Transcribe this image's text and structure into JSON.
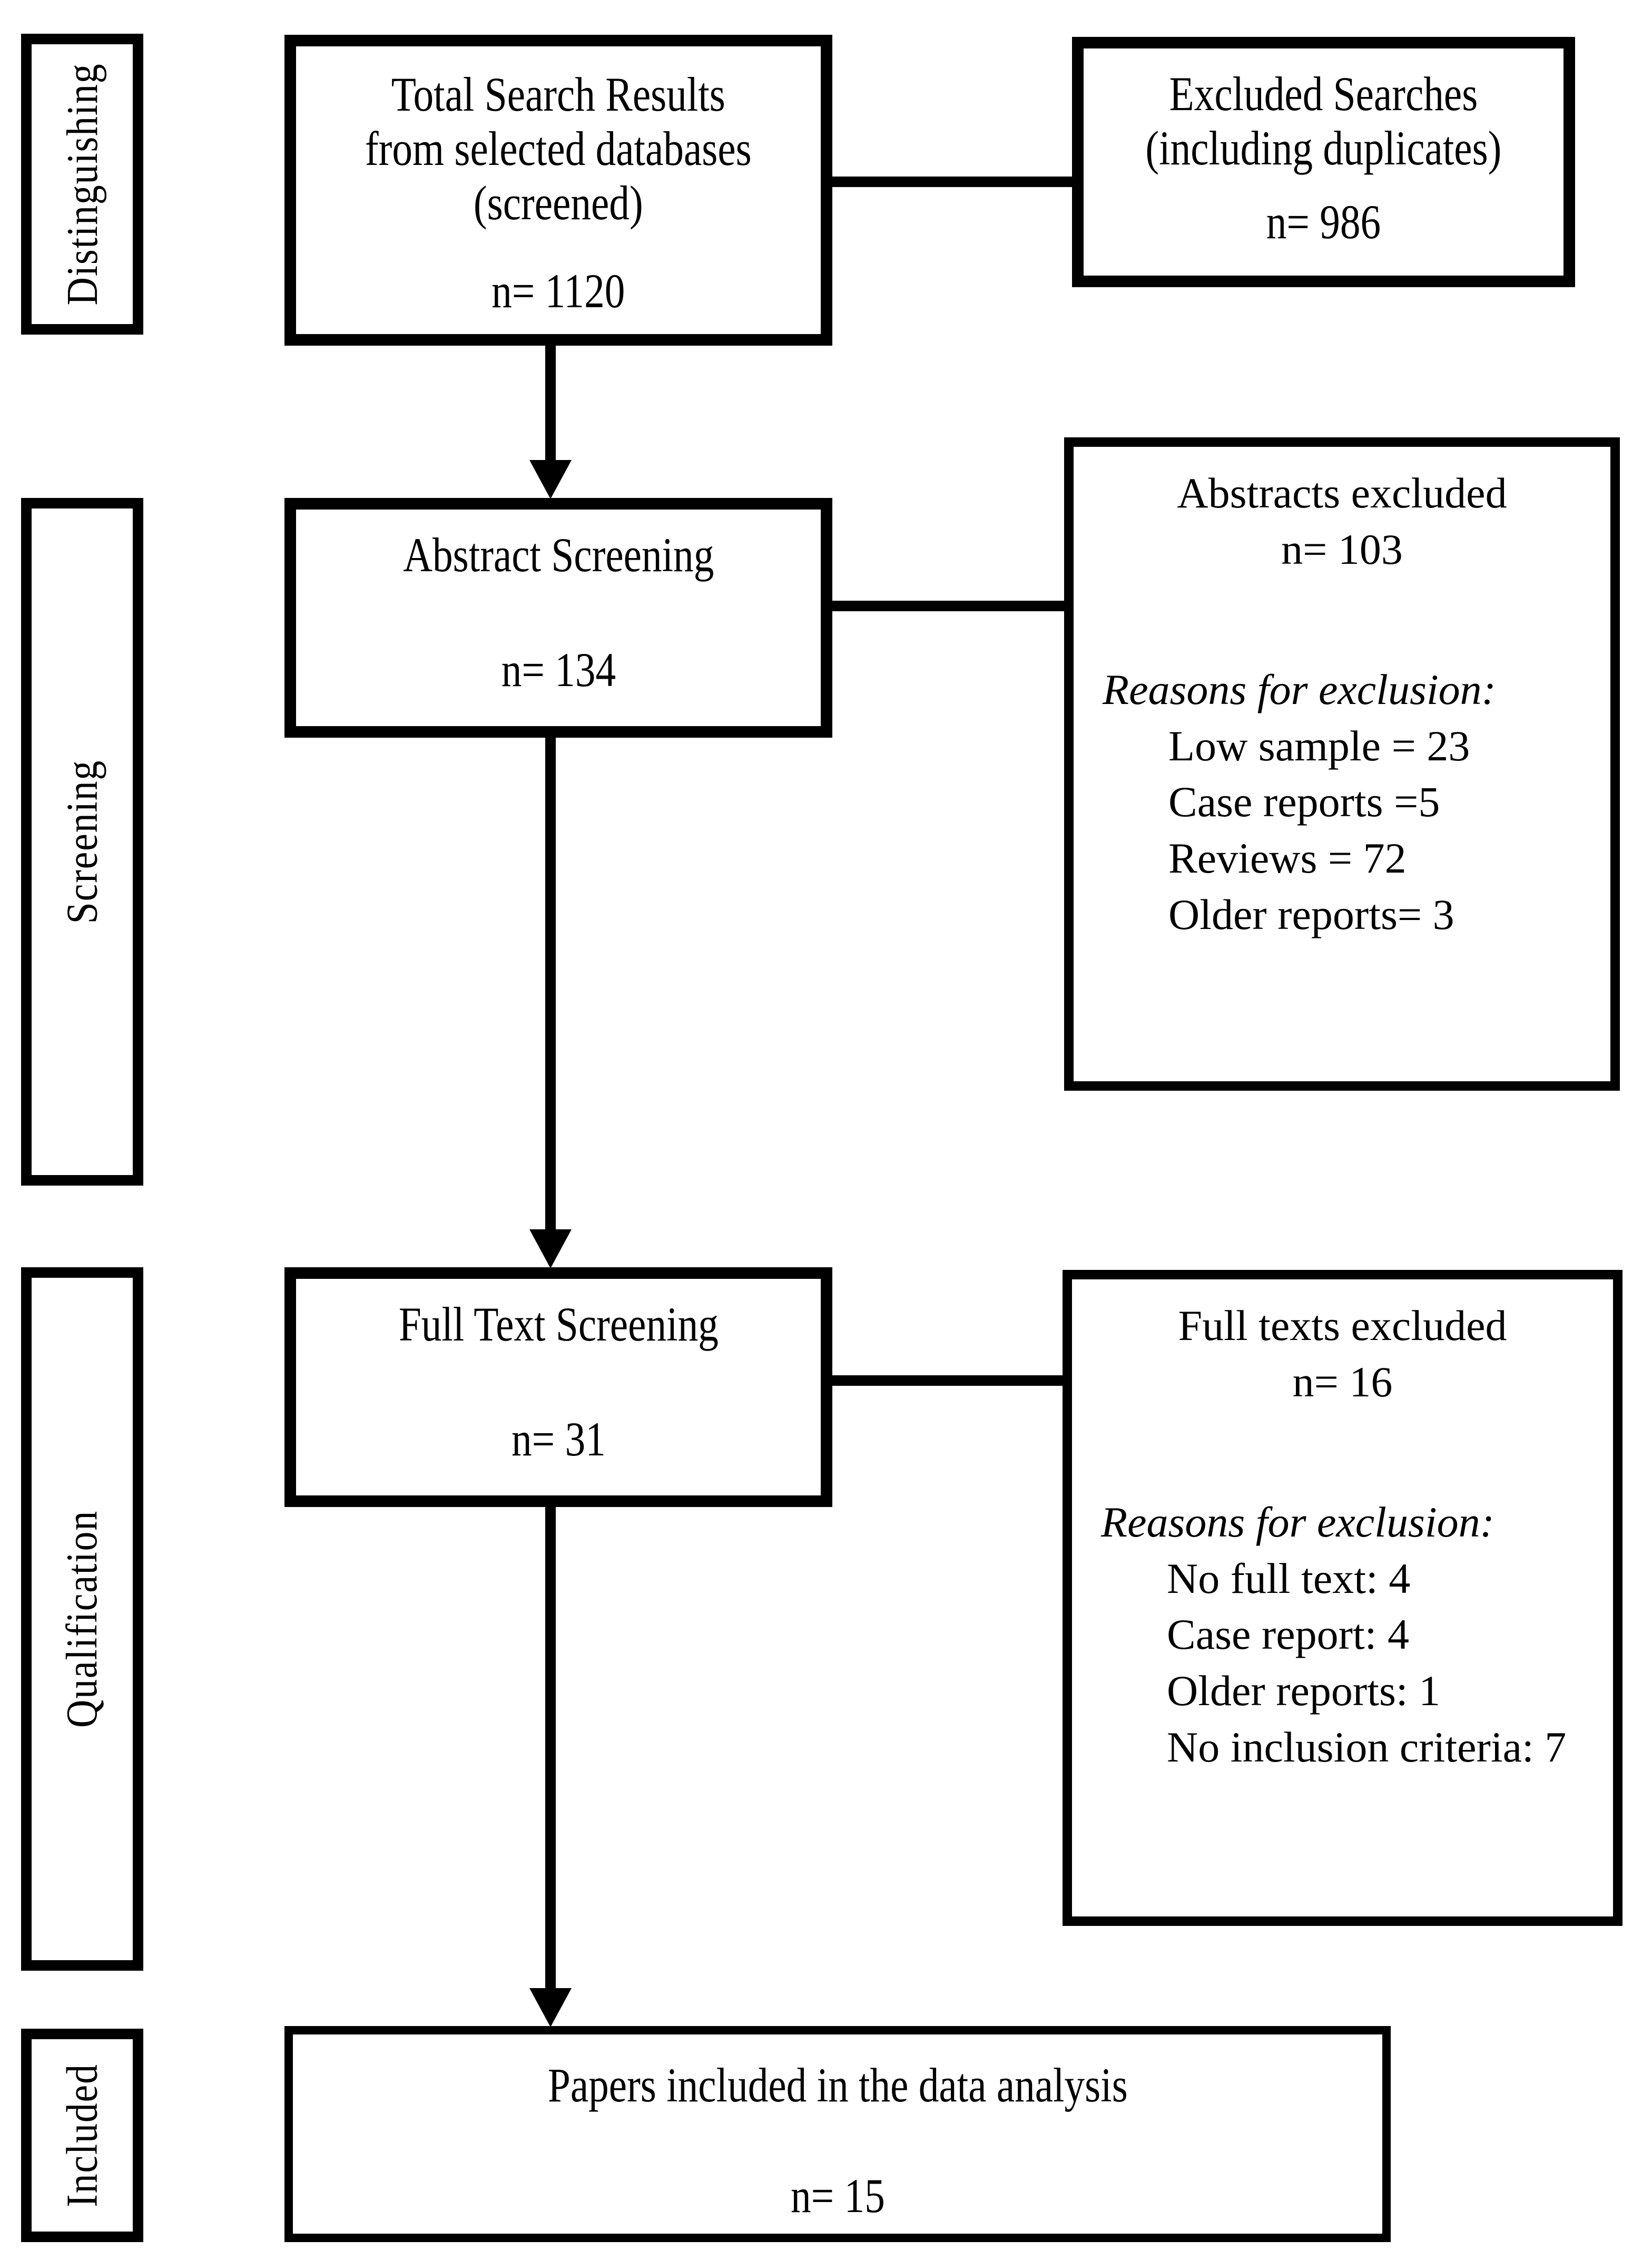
{
  "diagram": {
    "stages": [
      {
        "label": "Distinguishing"
      },
      {
        "label": "Screening"
      },
      {
        "label": "Qualification"
      },
      {
        "label": "Included"
      }
    ],
    "boxes": {
      "total_search": {
        "line1": "Total Search Results",
        "line2": "from selected databases",
        "line3": "(screened)",
        "n": "n= 1120"
      },
      "excluded_searches": {
        "line1": "Excluded Searches",
        "line2": "(including duplicates)",
        "n": "n= 986"
      },
      "abstract_screening": {
        "title": "Abstract Screening",
        "n": "n= 134"
      },
      "abstracts_excluded": {
        "title": "Abstracts excluded",
        "n": "n= 103",
        "reasons_heading": "Reasons for exclusion:",
        "reasons": [
          "Low sample = 23",
          "Case reports =5",
          "Reviews = 72",
          "Older reports= 3"
        ]
      },
      "full_text_screening": {
        "title": "Full Text Screening",
        "n": "n= 31"
      },
      "full_texts_excluded": {
        "title": "Full texts excluded",
        "n": "n= 16",
        "reasons_heading": "Reasons for exclusion:",
        "reasons": [
          "No full text: 4",
          "Case report: 4",
          "Older reports: 1",
          "No inclusion criteria: 7"
        ]
      },
      "included_papers": {
        "title": "Papers included in the data analysis",
        "n": "n= 15"
      }
    },
    "colors": {
      "line": "#000000",
      "background": "#ffffff"
    }
  }
}
